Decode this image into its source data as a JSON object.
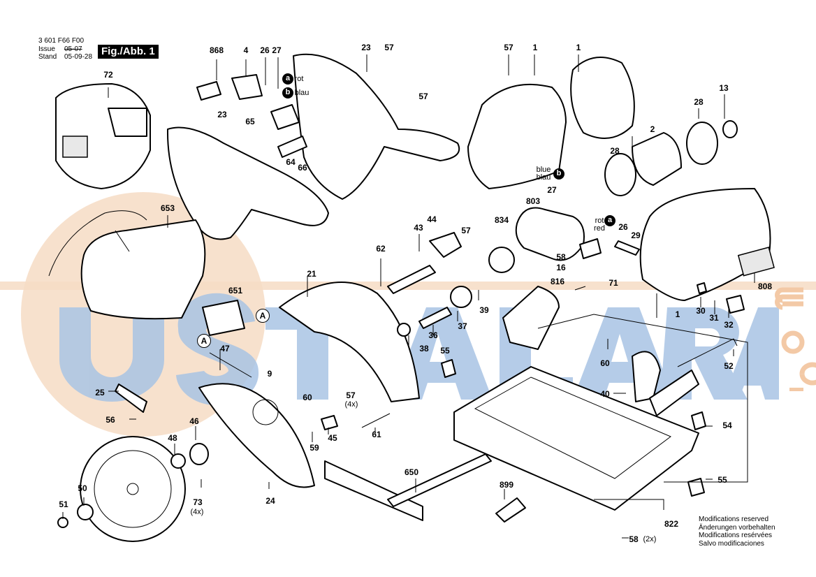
{
  "header": {
    "part_number": "3 601 F66 F00",
    "issue_label": "Issue",
    "stand_label": "Stand",
    "issue_value_struck": "05-07",
    "stand_value": "05-09-28",
    "figure_label": "Fig./Abb. 1"
  },
  "notes": [
    "Modifications reserved",
    "Änderungen vorbehalten",
    "Modifications resérvées",
    "Salvo modificaciones"
  ],
  "watermark": {
    "text": "USTALARA",
    "suffix": ".com",
    "color_letters": "#a9c4e4",
    "color_circle": "#f6dcc4"
  },
  "wire_markers": {
    "a": {
      "badge": "a",
      "label_de": "rot",
      "label_en": "red"
    },
    "b": {
      "badge": "b",
      "label_de": "blau",
      "label_en": "blue"
    }
  },
  "reference_marker": "A",
  "parts": {
    "p868": "868",
    "p4": "4",
    "p26_top": "26",
    "p27_top": "27",
    "p23_top": "23",
    "p57_top": "57",
    "p57_top2": "57",
    "p57_right": "57",
    "p1_a": "1",
    "p1_b": "1",
    "p13": "13",
    "p28_a": "28",
    "p28_b": "28",
    "p2": "2",
    "p72": "72",
    "p65": "65",
    "p23_left": "23",
    "p64": "64",
    "p66": "66",
    "p27_mid": "27",
    "p803": "803",
    "p834": "834",
    "p26_mid": "26",
    "p29": "29",
    "p58_mid": "58",
    "p16": "16",
    "p816": "816",
    "p71": "71",
    "p808": "808",
    "p1_c": "1",
    "p30": "30",
    "p31": "31",
    "p32": "32",
    "p653": "653",
    "p43": "43",
    "p44": "44",
    "p57_mid": "57",
    "p62": "62",
    "p21": "21",
    "p651": "651",
    "p39": "39",
    "p37": "37",
    "p36": "36",
    "p38": "38",
    "p47": "47",
    "p9": "9",
    "p55_mid": "55",
    "p60_left": "60",
    "p57_low": "57",
    "p57_low_qty": "(4x)",
    "p60_right": "60",
    "p52": "52",
    "p40": "40",
    "p25": "25",
    "p56": "56",
    "p46": "46",
    "p48": "48",
    "p59": "59",
    "p45": "45",
    "p61": "61",
    "p54": "54",
    "p50": "50",
    "p51": "51",
    "p24": "24",
    "p73": "73",
    "p73_qty": "(4x)",
    "p650": "650",
    "p899": "899",
    "p55_low": "55",
    "p822": "822",
    "p58_low": "58",
    "p58_low_qty": "(2x)"
  }
}
